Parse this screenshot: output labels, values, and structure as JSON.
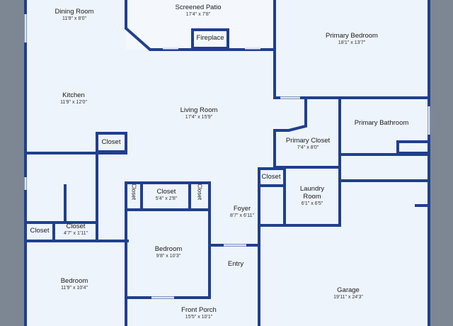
{
  "rooms": {
    "dining_room": {
      "name": "Dining Room",
      "dims": "11'9\" x 8'0\""
    },
    "screened_patio": {
      "name": "Screened Patio",
      "dims": "17'4\" x 7'8\""
    },
    "fireplace": {
      "name": "Fireplace"
    },
    "primary_bedroom": {
      "name": "Primary Bedroom",
      "dims": "18'1\" x 13'7\""
    },
    "kitchen": {
      "name": "Kitchen",
      "dims": "11'9\" x 12'0\""
    },
    "living_room": {
      "name": "Living Room",
      "dims": "17'4\" x 15'9\""
    },
    "primary_closet": {
      "name": "Primary Closet",
      "dims": "7'4\" x 8'0\""
    },
    "primary_bathroom": {
      "name": "Primary Bathroom"
    },
    "closet_kitchen": {
      "name": "Closet"
    },
    "closet_hall": {
      "name": "Closet"
    },
    "closet_center": {
      "name": "Closet",
      "dims": "5'4\" x 2'8\""
    },
    "closet_left_small": {
      "name": "Closet"
    },
    "closet_right_small": {
      "name": "Closet"
    },
    "laundry_room": {
      "name": "Laundry Room",
      "dims": "6'1\" x 6'5\""
    },
    "foyer": {
      "name": "Foyer",
      "dims": "8'7\" x 6'11\""
    },
    "closet_left": {
      "name": "Closet"
    },
    "closet_left2": {
      "name": "Closet",
      "dims": "4'7\" x 1'11\""
    },
    "bedroom_center": {
      "name": "Bedroom",
      "dims": "9'8\" x 10'3\""
    },
    "entry": {
      "name": "Entry"
    },
    "bedroom_left": {
      "name": "Bedroom",
      "dims": "11'9\" x 10'4\""
    },
    "garage": {
      "name": "Garage",
      "dims": "19'11\" x 24'3\""
    },
    "front_porch": {
      "name": "Front Porch",
      "dims": "15'5\" x 10'1\""
    }
  },
  "colors": {
    "wall": "#1f3f8f",
    "floor": "#eef4fb",
    "outside": "#7d8794"
  }
}
